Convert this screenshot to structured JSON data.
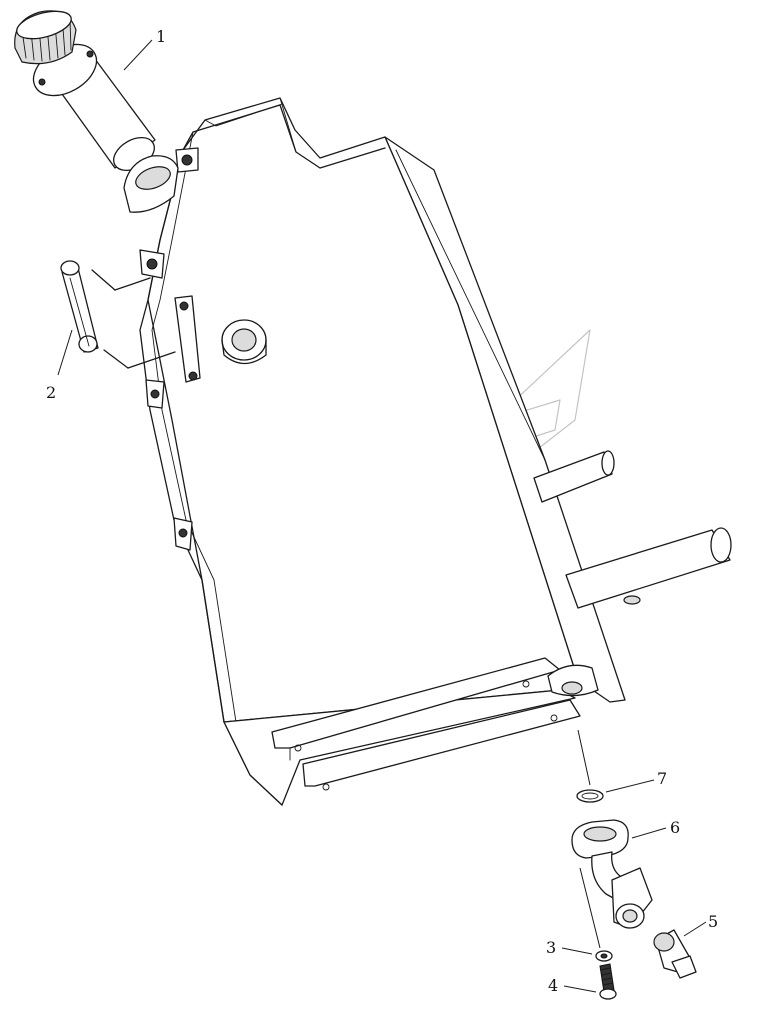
{
  "diagram": {
    "kind": "exploded-parts-view",
    "callouts": [
      {
        "id": "1",
        "label": "1"
      },
      {
        "id": "2",
        "label": "2"
      },
      {
        "id": "3",
        "label": "3"
      },
      {
        "id": "4",
        "label": "4"
      },
      {
        "id": "5",
        "label": "5"
      },
      {
        "id": "6",
        "label": "6"
      },
      {
        "id": "7",
        "label": "7"
      }
    ],
    "colors": {
      "line": "#1a1a1a",
      "watermark": "#c4c4c4",
      "background": "#ffffff"
    }
  }
}
